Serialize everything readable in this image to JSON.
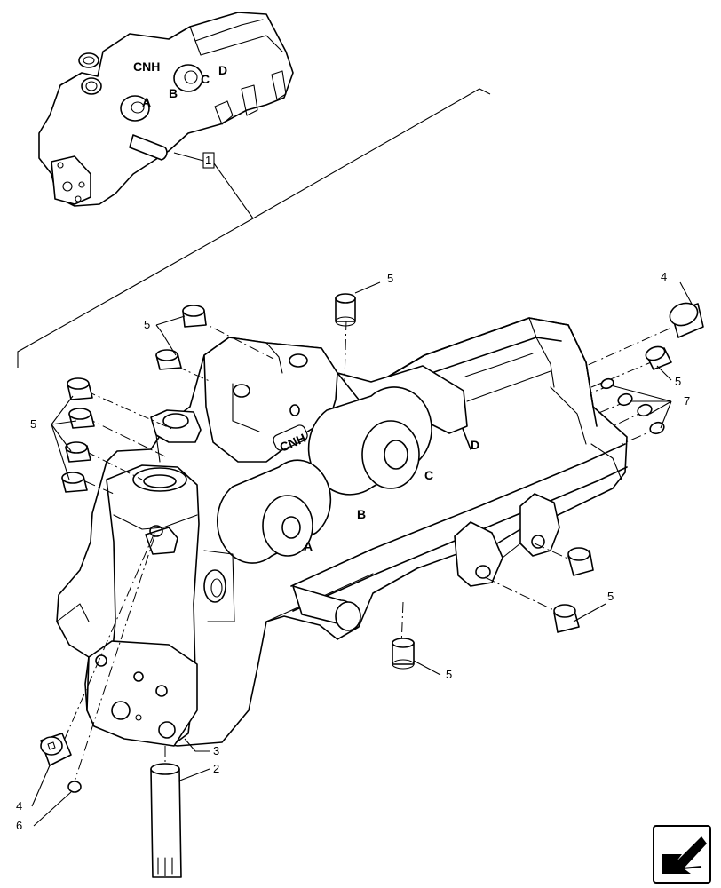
{
  "diagram": {
    "reference_callout": "1",
    "callouts": [
      {
        "id": "c5a",
        "label": "5"
      },
      {
        "id": "c4a",
        "label": "4"
      },
      {
        "id": "c5b",
        "label": "5"
      },
      {
        "id": "c5c",
        "label": "5"
      },
      {
        "id": "c5d",
        "label": "5"
      },
      {
        "id": "c7",
        "label": "7"
      },
      {
        "id": "c5e",
        "label": "5"
      },
      {
        "id": "c5f",
        "label": "5"
      },
      {
        "id": "c3",
        "label": "3"
      },
      {
        "id": "c2",
        "label": "2"
      },
      {
        "id": "c4b",
        "label": "4"
      },
      {
        "id": "c6",
        "label": "6"
      }
    ],
    "casting_marks": {
      "logo": "CNH",
      "port_a": "A",
      "port_b": "B",
      "port_c": "C",
      "port_d": "D"
    },
    "nav_icon": "arrow-corner-icon"
  }
}
